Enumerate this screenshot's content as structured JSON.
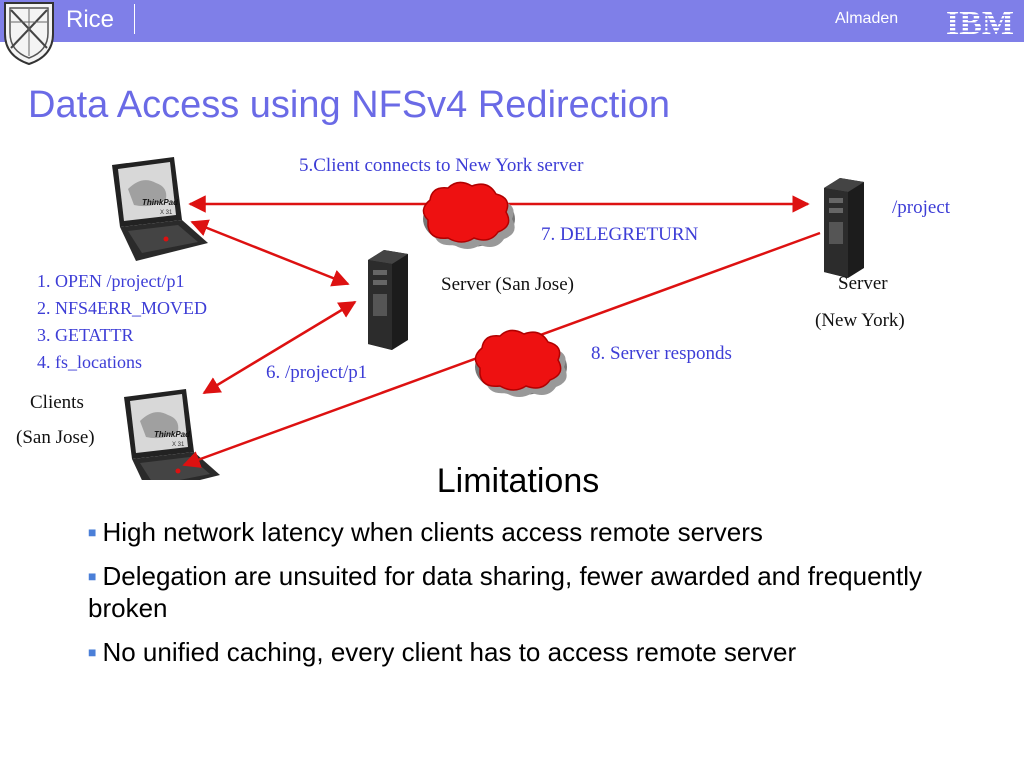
{
  "header": {
    "brand": "Rice",
    "lab": "Almaden",
    "logo_text": "IBM",
    "colors": {
      "bar": "#7f7fe8",
      "title": "#6a6ae6"
    }
  },
  "title": "Data Access using NFSv4 Redirection",
  "diagram": {
    "steps": [
      "1. OPEN /project/p1",
      "2. NFS4ERR_MOVED",
      "3. GETATTR",
      "4. fs_locations"
    ],
    "step5": "5.Client connects to New York server",
    "step6": "6. /project/p1",
    "step7": "7. DELEGRETURN",
    "step8": "8. Server responds",
    "export_path": "/project",
    "server_sj": "Server (San Jose)",
    "server_ny_line1": "Server",
    "server_ny_line2": "(New York)",
    "clients_line1": "Clients",
    "clients_line2": "(San Jose)",
    "laptop_brand": "ThinkPad",
    "laptop_model": "X 31",
    "colors": {
      "arrow": "#dd1111",
      "cloud": "#ee1111",
      "label": "#3d3dd6"
    }
  },
  "limitations": {
    "title": "Limitations",
    "items": [
      "High network latency when clients access remote servers",
      "Delegation are unsuited for data sharing, fewer awarded and frequently broken",
      "No unified caching, every client has to access remote server"
    ]
  }
}
